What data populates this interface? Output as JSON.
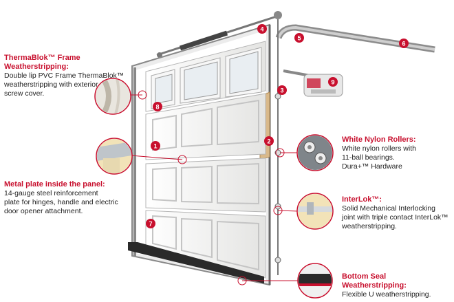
{
  "callouts": {
    "thermablok": {
      "title": "ThermaBlok™ Frame Weatherstripping:",
      "body": "Double lip PVC Frame ThermaBlok™\nweatherstripping with exterior\nscrew cover."
    },
    "metal_plate": {
      "title": "Metal plate inside the panel:",
      "body": "14-gauge steel reinforcement\nplate for hinges, handle and electric\ndoor opener attachment."
    },
    "rollers": {
      "title": "White Nylon Rollers:",
      "body": "White nylon rollers with\n11-ball bearings.\nDura+™ Hardware"
    },
    "interlok": {
      "title": "InterLok™:",
      "body": "Solid Mechanical Interlocking\njoint with triple contact InterLok™\nweatherstripping."
    },
    "bottom_seal": {
      "title": "Bottom Seal Weatherstripping:",
      "body": "Flexible U weatherstripping."
    }
  },
  "badges": [
    "1",
    "2",
    "3",
    "4",
    "5",
    "6",
    "7",
    "8",
    "9"
  ],
  "colors": {
    "accent_red": "#c8102e",
    "door_white": "#f4f4f2",
    "track_gray": "#9a9a9a",
    "frame_dark": "#555555"
  }
}
